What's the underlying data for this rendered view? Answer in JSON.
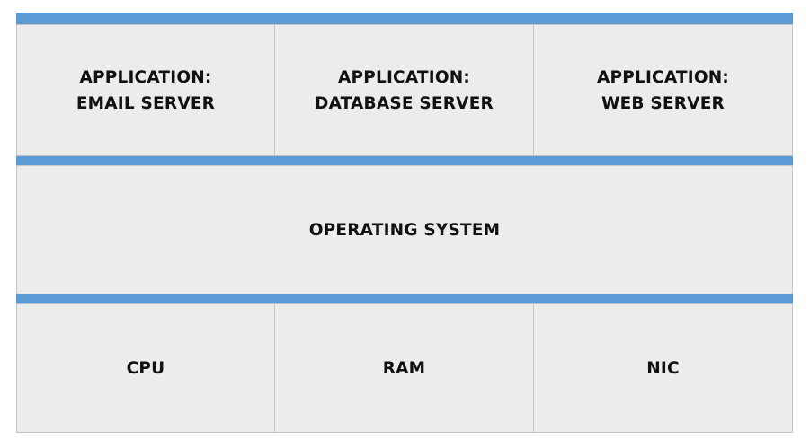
{
  "colors": {
    "bar": "#5b9bd5",
    "cell_fill": "#ececec",
    "cell_border": "#c4c4c4",
    "text": "#111111"
  },
  "applications": [
    {
      "line1": "APPLICATION:",
      "line2": "EMAIL SERVER"
    },
    {
      "line1": "APPLICATION:",
      "line2": "DATABASE SERVER"
    },
    {
      "line1": "APPLICATION:",
      "line2": "WEB SERVER"
    }
  ],
  "operating_system": "OPERATING SYSTEM",
  "hardware": [
    "CPU",
    "RAM",
    "NIC"
  ]
}
